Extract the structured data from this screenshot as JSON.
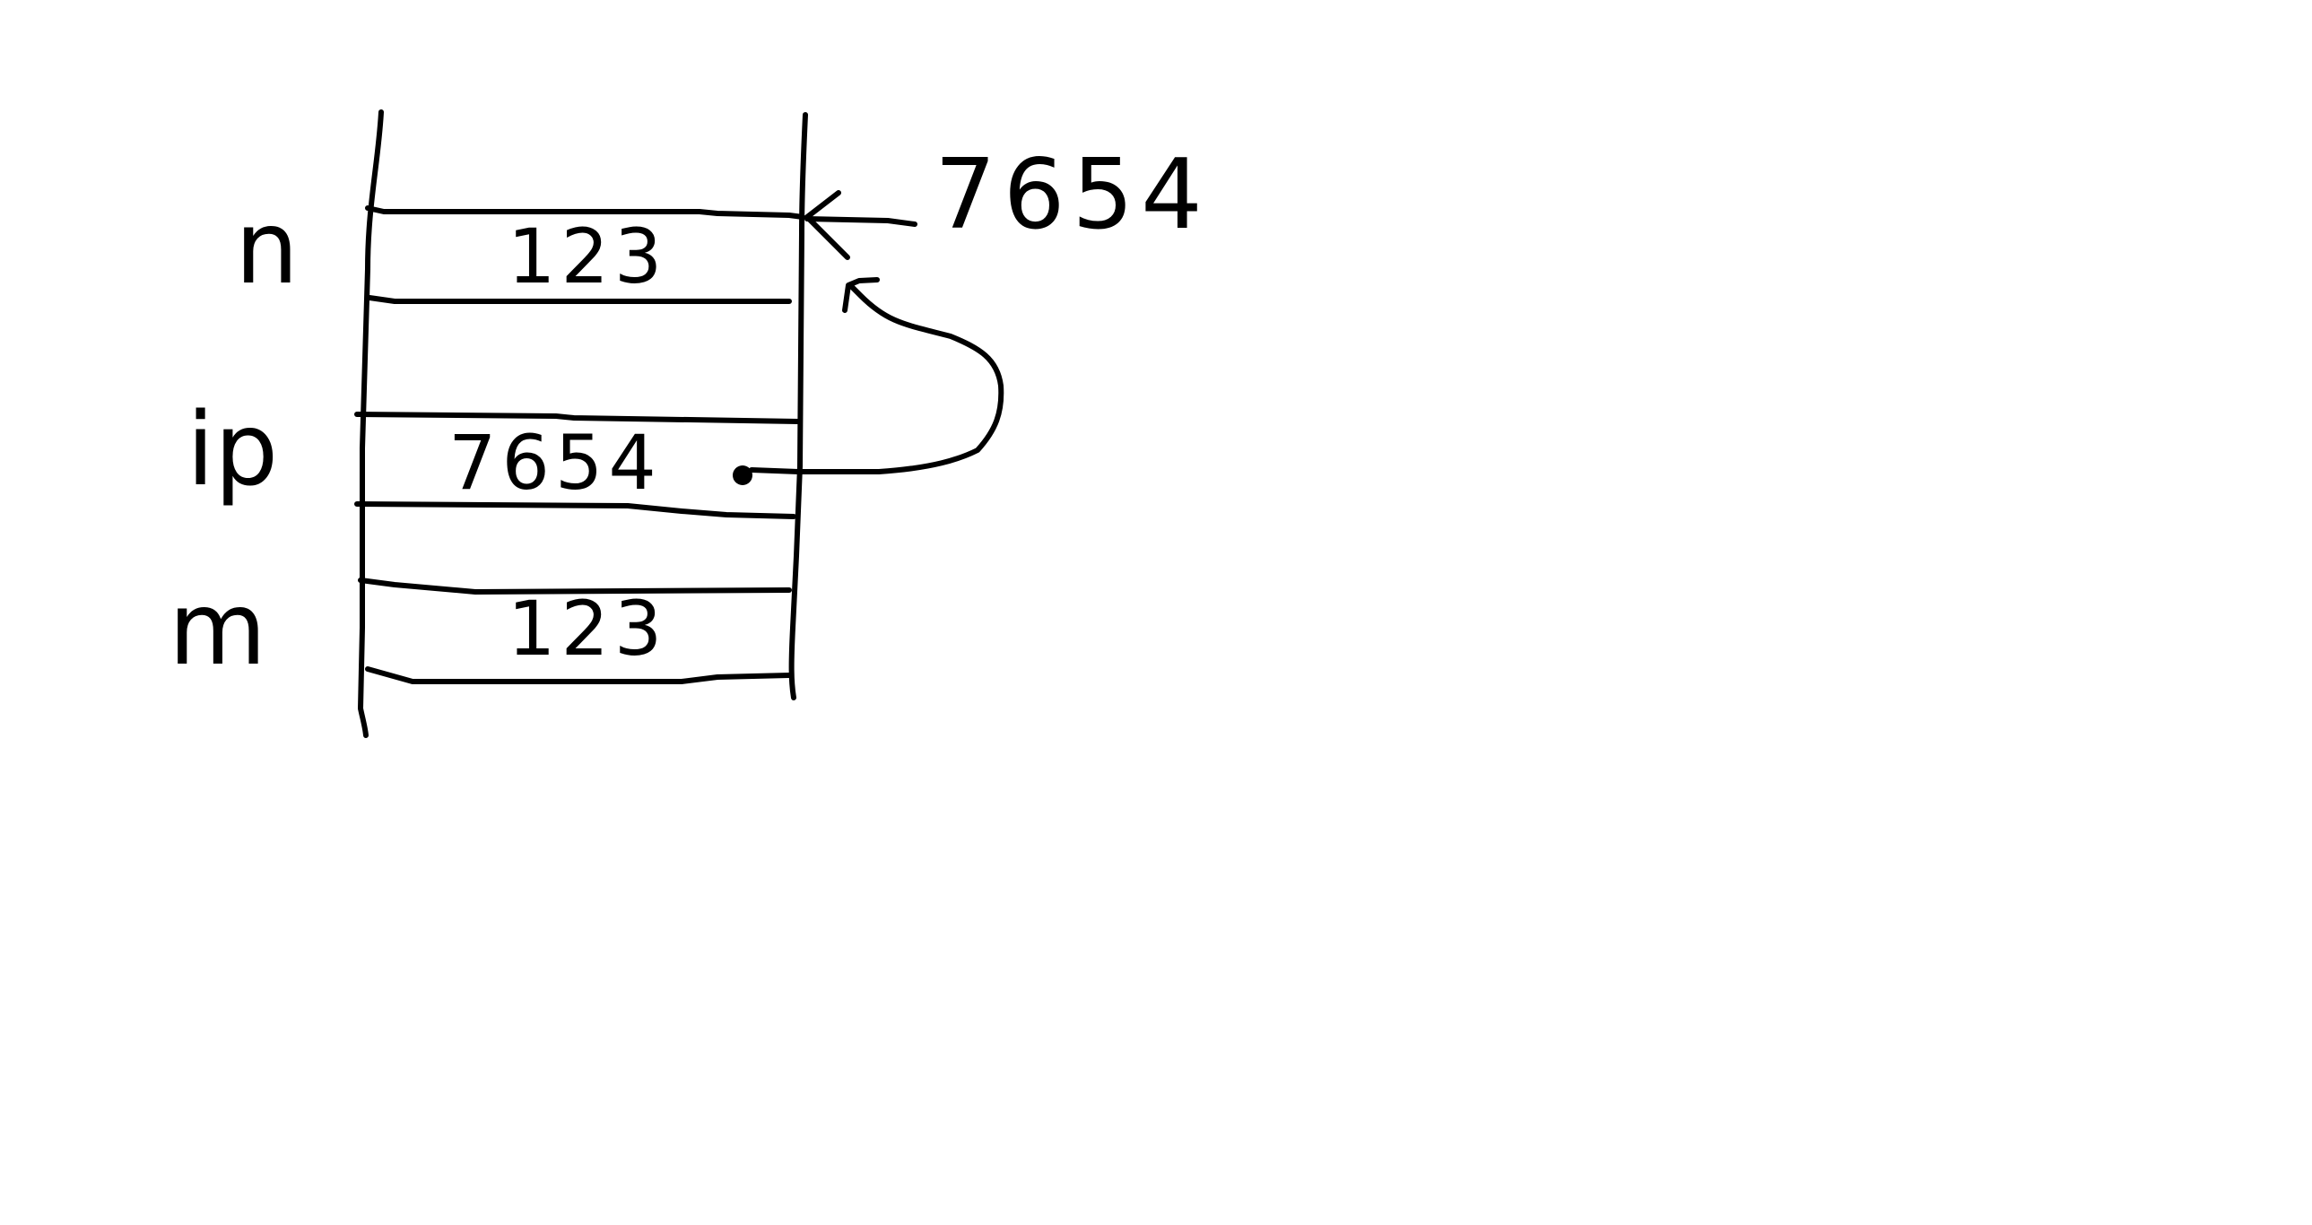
{
  "memory_cells": [
    {
      "variable": "n",
      "value": "123"
    },
    {
      "variable": "ip",
      "value": "7654"
    },
    {
      "variable": "m",
      "value": "123"
    }
  ],
  "address_annotation": {
    "text": "7654"
  },
  "colors": {
    "ink": "#000000",
    "background": "#ffffff"
  }
}
